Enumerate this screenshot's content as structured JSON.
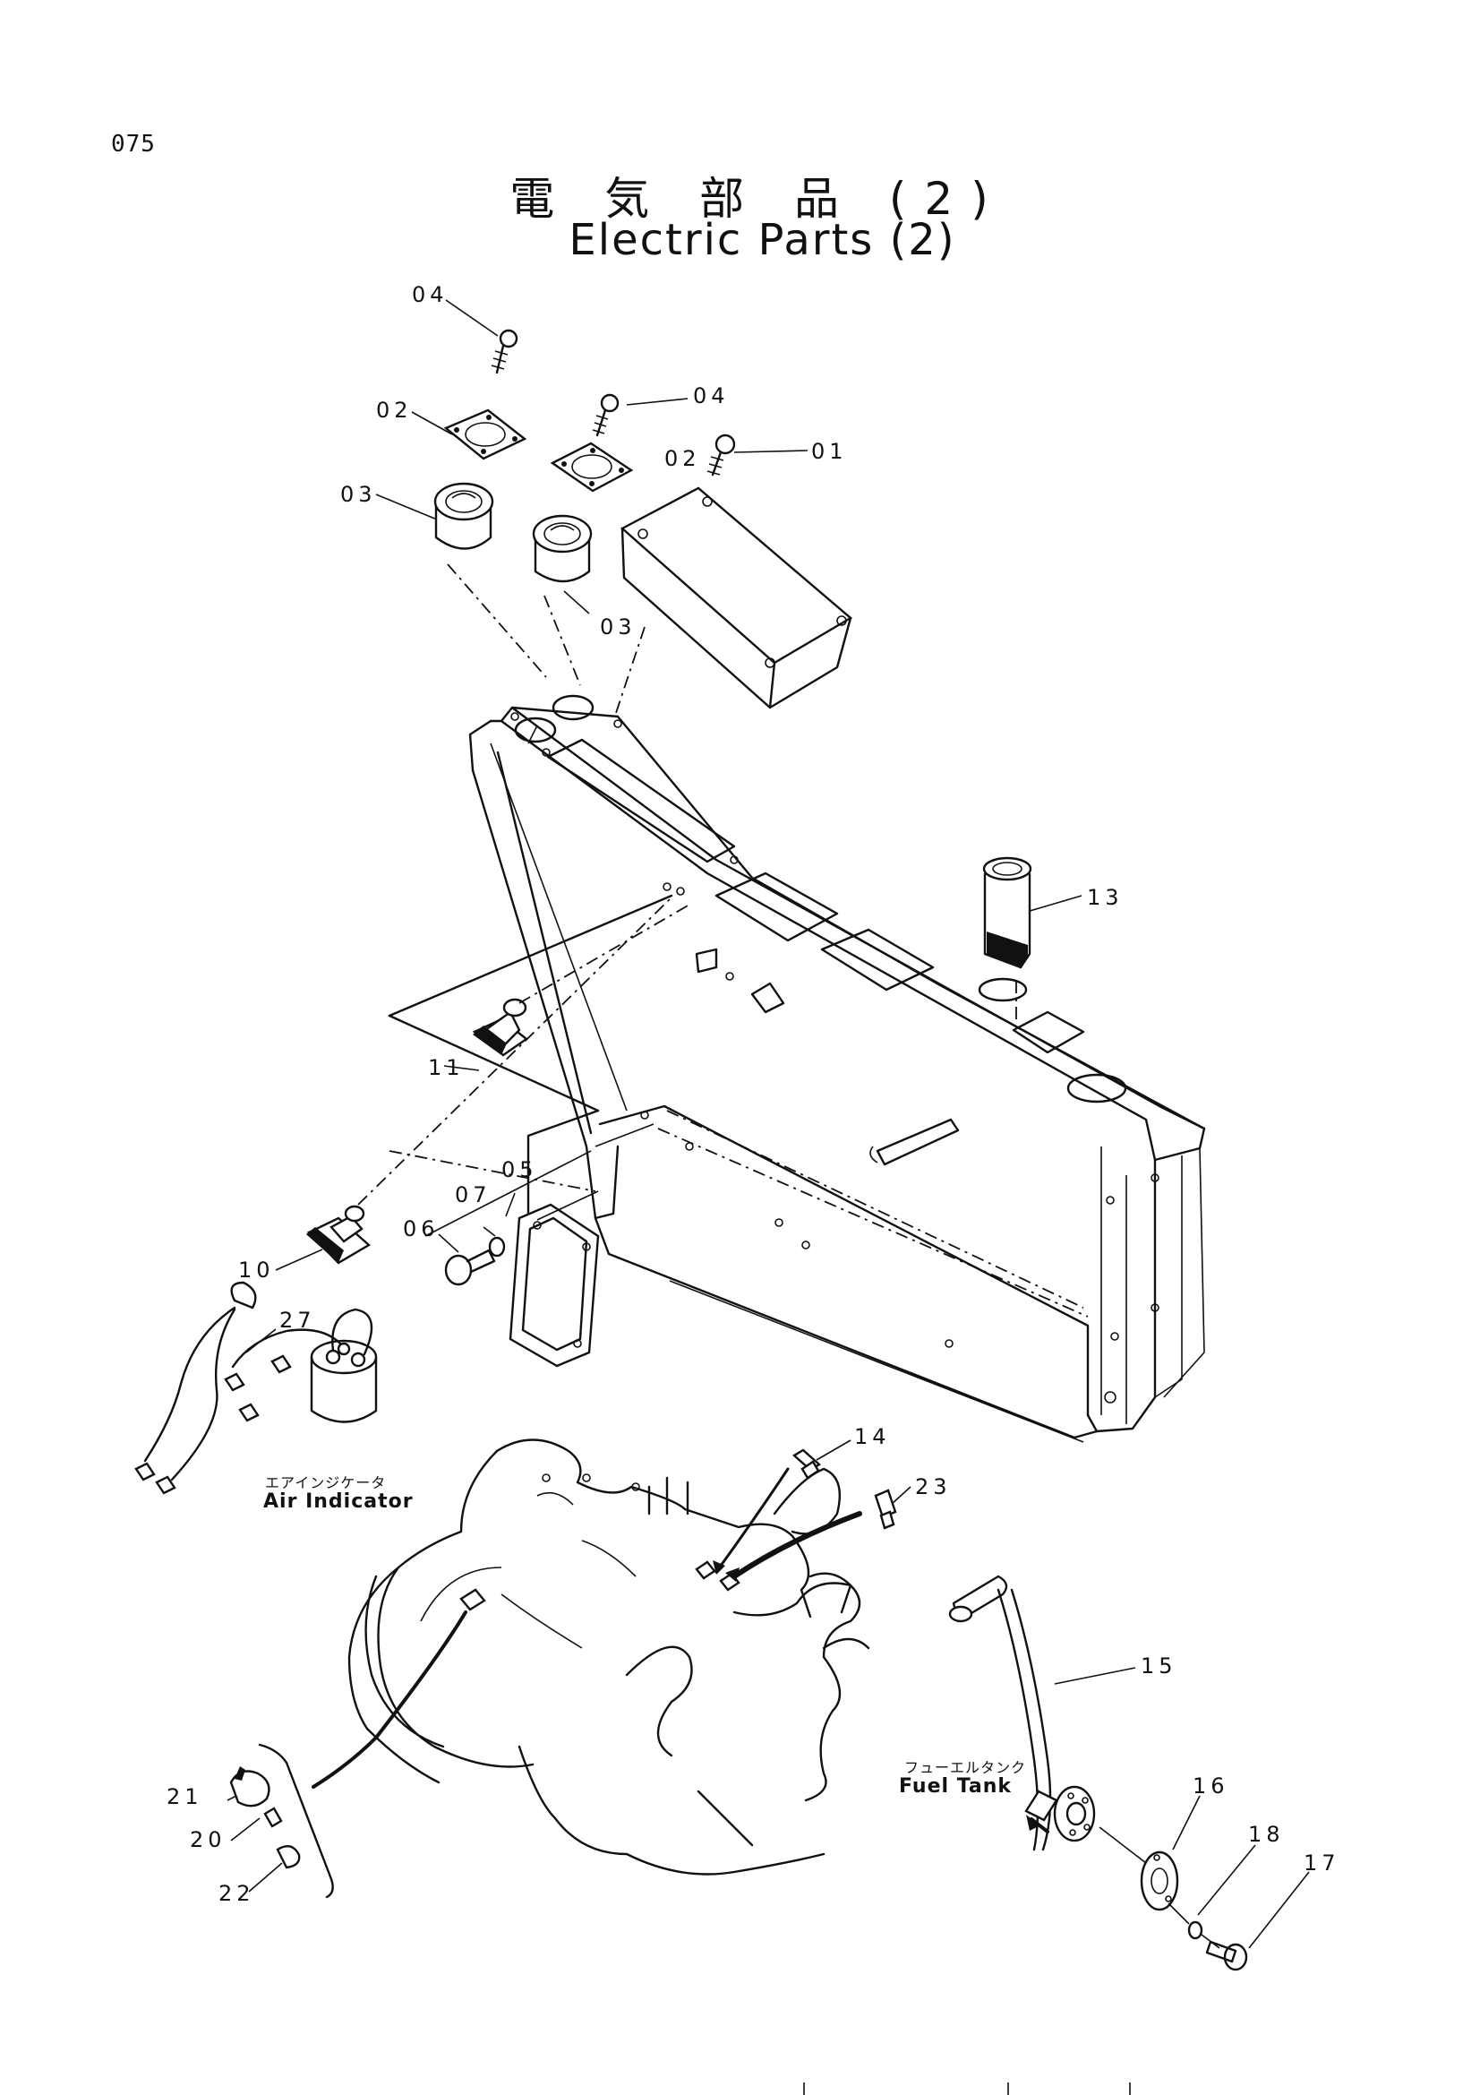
{
  "page_number": "075",
  "title": {
    "japanese": "電 気 部 品 (2)",
    "english": "Electric Parts (2)"
  },
  "callouts": [
    "04",
    "02",
    "04",
    "02",
    "01",
    "03",
    "03",
    "13",
    "11",
    "05",
    "07",
    "06",
    "10",
    "27",
    "14",
    "23",
    "15",
    "16",
    "18",
    "17",
    "21",
    "20",
    "22"
  ],
  "annotations": {
    "air_indicator_jp": "エアインジケータ",
    "air_indicator_en": "Air Indicator",
    "fuel_tank_jp": "フューエルタンク",
    "fuel_tank_en": "Fuel Tank"
  }
}
